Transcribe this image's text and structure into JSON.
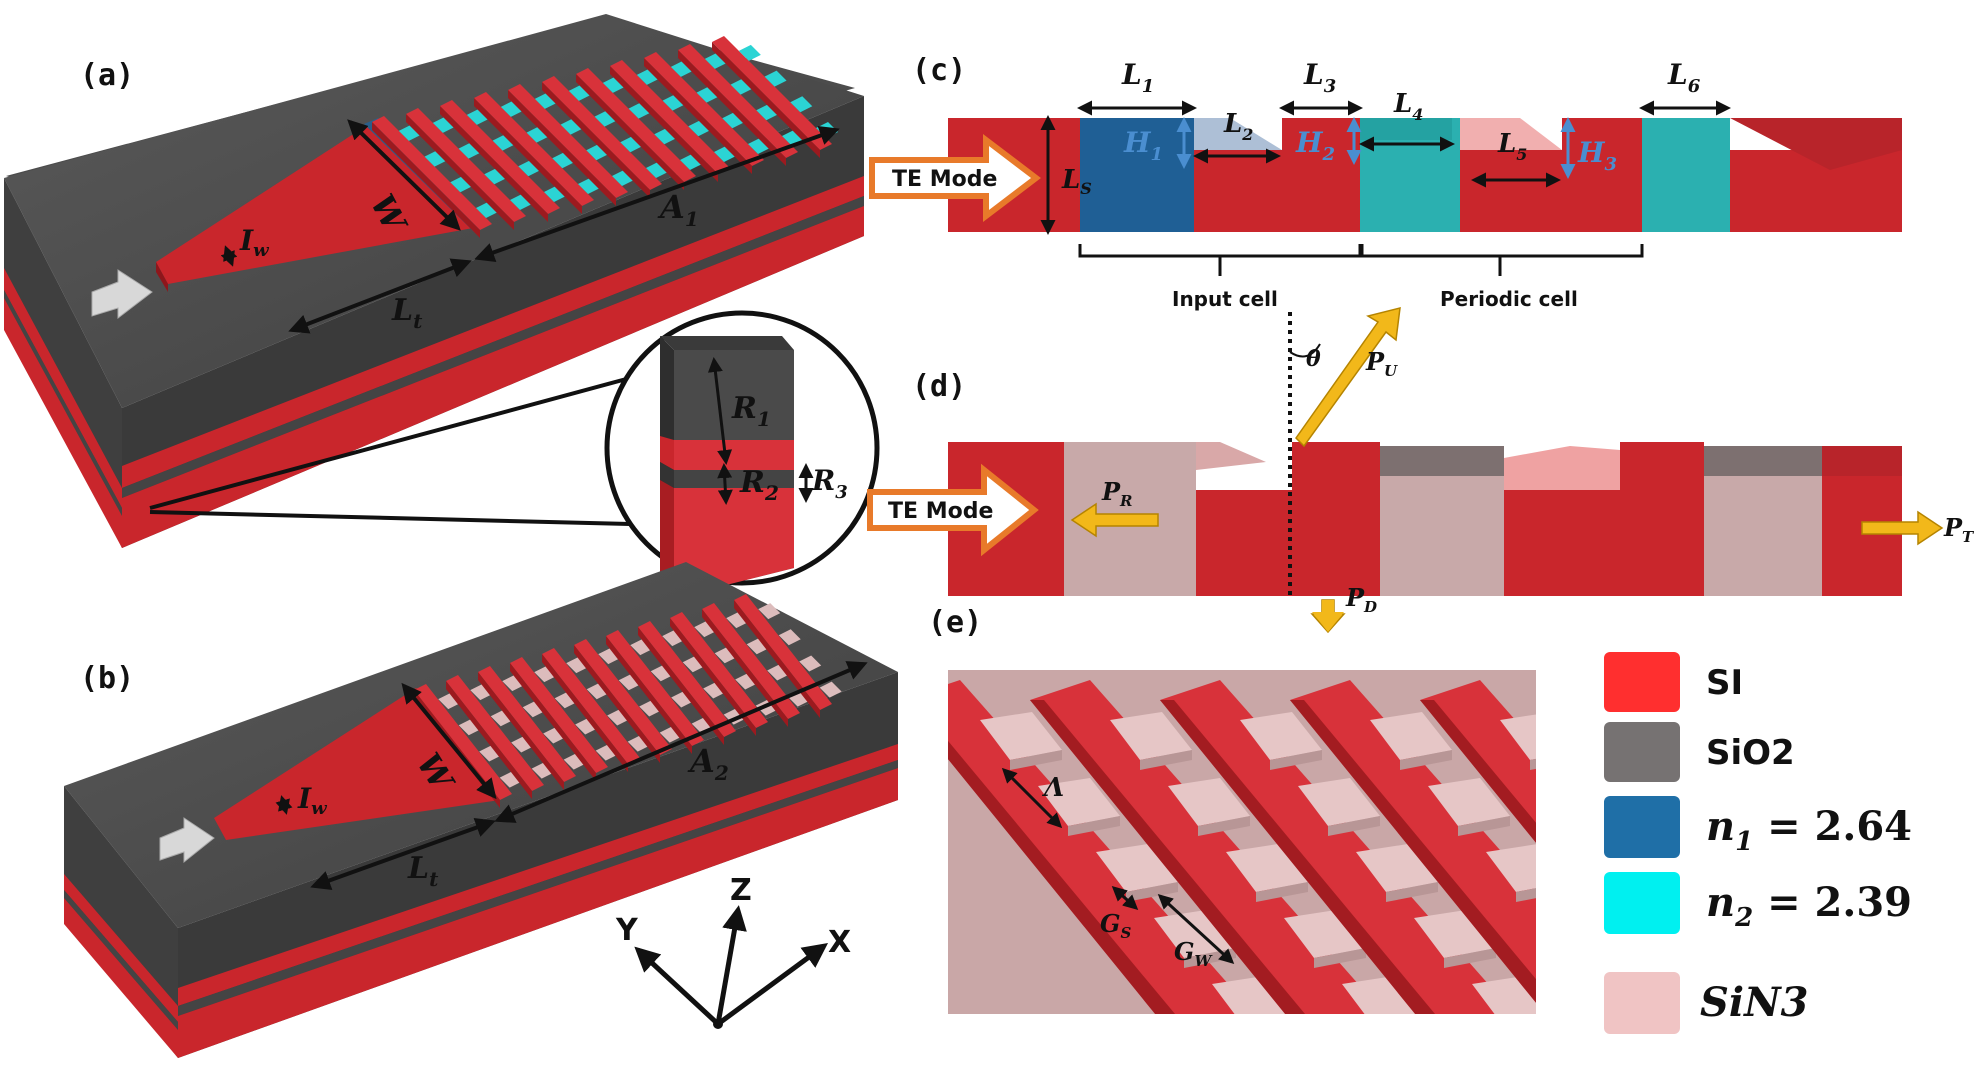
{
  "panels": {
    "a": "(a)",
    "b": "(b)",
    "c": "(c)",
    "d": "(d)",
    "e": "(e)"
  },
  "panel_a": {
    "W": "W",
    "Iw": "I",
    "Iw_sub": "w",
    "A": "A",
    "A_sub": "1",
    "Lt": "L",
    "Lt_sub": "t",
    "R1": "R",
    "R1_sub": "1",
    "R2": "R",
    "R2_sub": "2",
    "R3": "R",
    "R3_sub": "3"
  },
  "panel_b": {
    "W": "W",
    "Iw": "I",
    "Iw_sub": "w",
    "A": "A",
    "A_sub": "2",
    "Lt": "L",
    "Lt_sub": "t"
  },
  "axes": {
    "x": "X",
    "y": "Y",
    "z": "Z"
  },
  "panel_c": {
    "te_mode": "TE Mode",
    "Ls": "L",
    "Ls_sub": "S",
    "L1": "L",
    "L1_sub": "1",
    "L2": "L",
    "L2_sub": "2",
    "L3": "L",
    "L3_sub": "3",
    "L4": "L",
    "L4_sub": "4",
    "L5": "L",
    "L5_sub": "5",
    "L6": "L",
    "L6_sub": "6",
    "H1": "H",
    "H1_sub": "1",
    "H2": "H",
    "H2_sub": "2",
    "H3": "H",
    "H3_sub": "3",
    "input_cell": "Input cell",
    "periodic_cell": "Periodic cell"
  },
  "panel_d": {
    "te_mode": "TE Mode",
    "theta": "θ",
    "PU": "P",
    "PU_sub": "U",
    "PR": "P",
    "PR_sub": "R",
    "PT": "P",
    "PT_sub": "T",
    "PD": "P",
    "PD_sub": "D"
  },
  "panel_e": {
    "lambda": "Λ",
    "Gs": "G",
    "Gs_sub": "S",
    "Gw": "G",
    "Gw_sub": "W"
  },
  "legend": [
    {
      "label": "SI",
      "color": "#ff2f2f"
    },
    {
      "label": "SiO2",
      "color": "#767272"
    },
    {
      "label": "n",
      "sub": "1",
      "value": " = 2.64",
      "color": "#1f6fa7"
    },
    {
      "label": "n",
      "sub": "2",
      "value": " = 2.39",
      "color": "#00f0f0"
    },
    {
      "label": "SiN3",
      "color": "#f0c4c4"
    }
  ],
  "colors": {
    "silicon": "#c9262c",
    "oxide": "#4a4a4a",
    "n1": "#1f6fa7",
    "n2": "#2bb0b0",
    "sin": "#d9b8b8",
    "arrow_orange": "#e87a2a",
    "arrow_yellow": "#f2b81a"
  }
}
